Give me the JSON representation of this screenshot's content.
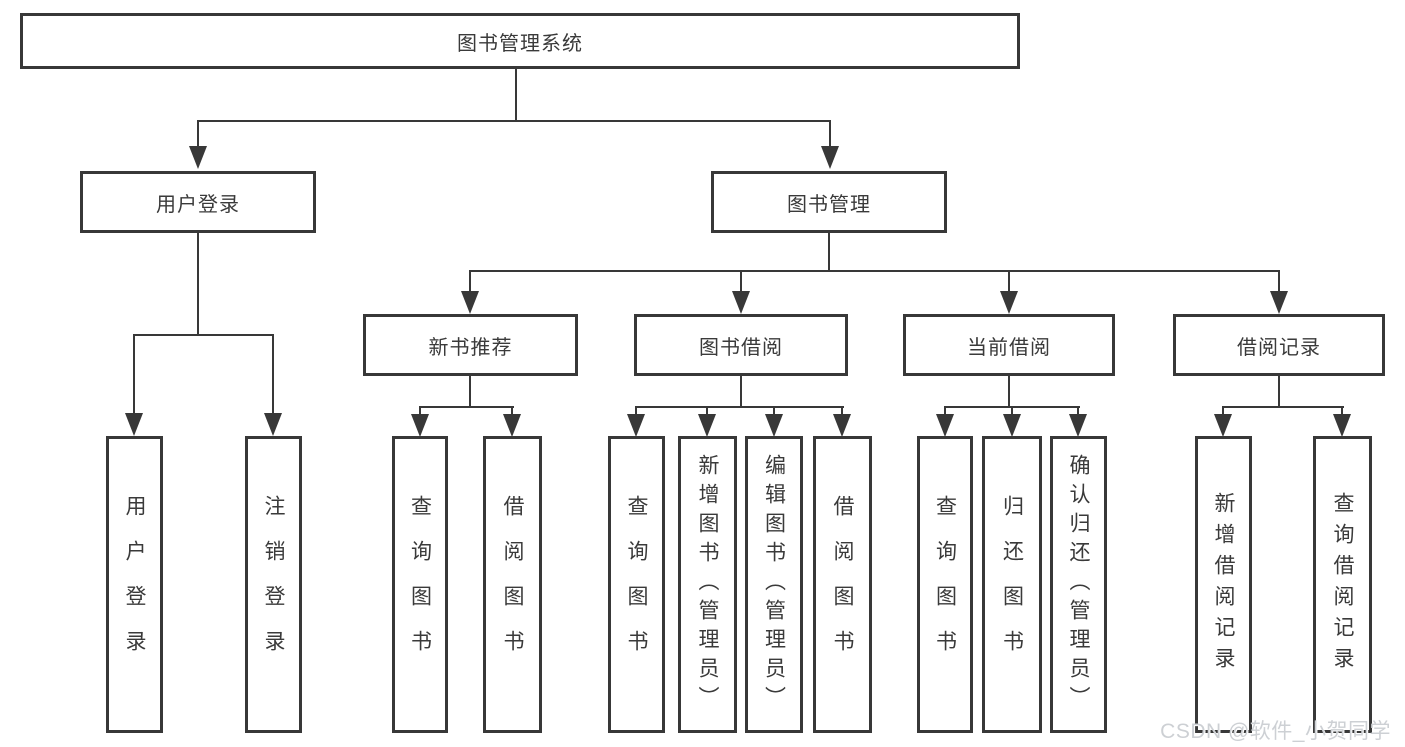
{
  "nodes": {
    "root": "图书管理系统",
    "level2": {
      "user_login": "用户登录",
      "book_management": "图书管理"
    },
    "level3": {
      "new_books": "新书推荐",
      "borrowing": "图书借阅",
      "current": "当前借阅",
      "records": "借阅记录"
    },
    "leaves": {
      "user_login": [
        "用户登录",
        "注销登录"
      ],
      "new_books": [
        "查询图书",
        "借阅图书"
      ],
      "borrowing": [
        "查询图书",
        "新增图书（管理员）",
        "编辑图书（管理员）",
        "借阅图书"
      ],
      "current": [
        "查询图书",
        "归还图书",
        "确认归还（管理员）"
      ],
      "records": [
        "新增借阅记录",
        "查询借阅记录"
      ]
    }
  },
  "watermark": "CSDN @软件_小贺同学",
  "colors": {
    "line": "#383838",
    "text": "#3a3a3a",
    "watermark": "#cdd0d4",
    "background": "#ffffff"
  }
}
